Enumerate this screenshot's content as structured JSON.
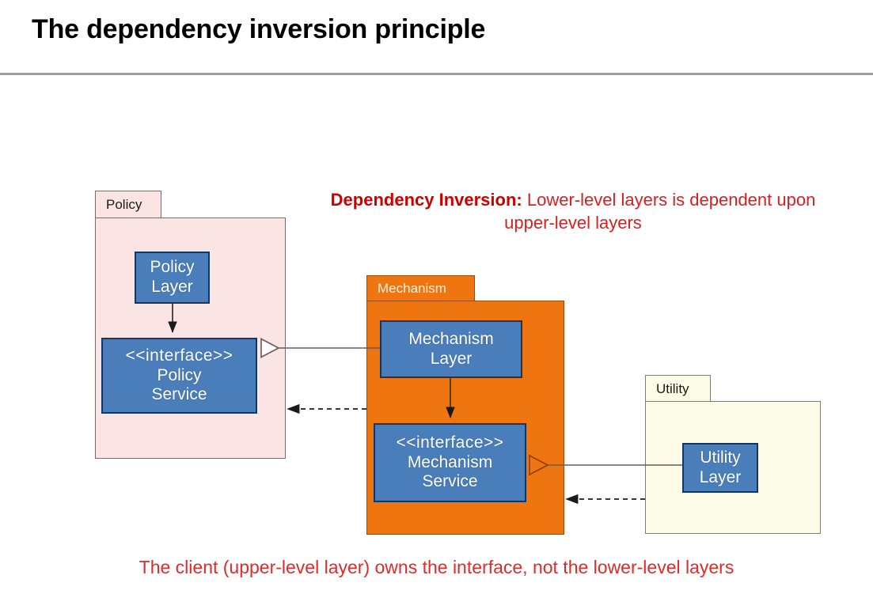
{
  "slide": {
    "title": "The dependency inversion principle",
    "callout": {
      "bold_prefix": "Dependency Inversion:",
      "text": " Lower-level layers is dependent upon upper-level layers"
    },
    "caption": "The client (upper-level layer) owns the interface, not the lower-level layers"
  },
  "colors": {
    "policy_fill": "#fbe4e4",
    "mechanism_fill": "#ef7510",
    "utility_fill": "#fbfbe7",
    "node_fill": "#4a7ebb",
    "node_border": "#17365d",
    "annotation_red": "#d81f1f",
    "caption_red": "#e02b2b",
    "rule_gray": "#9e9e9e"
  },
  "diagram": {
    "type": "uml-package-diagram",
    "packages": [
      {
        "id": "policy",
        "label": "Policy",
        "nodes": [
          {
            "id": "policy-layer",
            "lines": [
              "Policy",
              "Layer"
            ],
            "stereotype": null
          },
          {
            "id": "policy-service",
            "lines": [
              "Policy",
              "Service"
            ],
            "stereotype": "<<interface>>"
          }
        ]
      },
      {
        "id": "mechanism",
        "label": "Mechanism",
        "nodes": [
          {
            "id": "mechanism-layer",
            "lines": [
              "Mechanism",
              "Layer"
            ],
            "stereotype": null
          },
          {
            "id": "mechanism-service",
            "lines": [
              "Mechanism",
              "Service"
            ],
            "stereotype": "<<interface>>"
          }
        ]
      },
      {
        "id": "utility",
        "label": "Utility",
        "nodes": [
          {
            "id": "utility-layer",
            "lines": [
              "Utility",
              "Layer"
            ],
            "stereotype": null
          }
        ]
      }
    ],
    "connectors": [
      {
        "id": "policy-layer-to-policy-service",
        "kind": "association",
        "style": "solid",
        "arrow": "filled-arrow",
        "from": "policy-layer",
        "to": "policy-service"
      },
      {
        "id": "mechanism-layer-to-mechanism-service",
        "kind": "association",
        "style": "solid",
        "arrow": "filled-arrow",
        "from": "mechanism-layer",
        "to": "mechanism-service"
      },
      {
        "id": "mechanism-layer-realizes-policy-service",
        "kind": "realization",
        "style": "solid",
        "arrow": "hollow-triangle",
        "from": "mechanism-layer",
        "to": "policy-service"
      },
      {
        "id": "mechanism-depends-on-policy",
        "kind": "dependency",
        "style": "dashed",
        "arrow": "filled-arrow",
        "from": "mechanism",
        "to": "policy"
      },
      {
        "id": "utility-layer-realizes-mechanism-service",
        "kind": "realization",
        "style": "solid",
        "arrow": "hollow-triangle",
        "from": "utility-layer",
        "to": "mechanism-service"
      },
      {
        "id": "utility-depends-on-mechanism",
        "kind": "dependency",
        "style": "dashed",
        "arrow": "filled-arrow",
        "from": "utility",
        "to": "mechanism"
      }
    ]
  }
}
